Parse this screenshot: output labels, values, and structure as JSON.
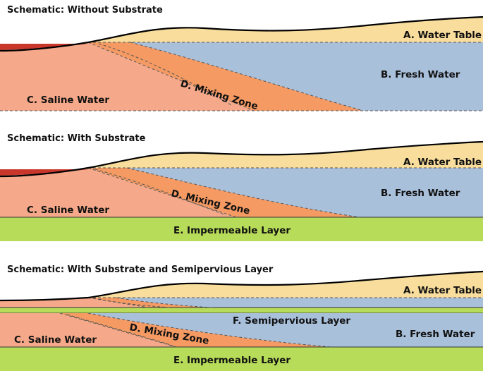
{
  "colors": {
    "water_table": "#f8dd9c",
    "fresh_water": "#a9c0db",
    "saline_water": "#f5a98a",
    "mixing_zone": "#f59a63",
    "sea_surface": "#c8372a",
    "impermeable": "#b7dc5a",
    "semipervious": "#b7dc5a"
  },
  "panels": [
    {
      "title": "Schematic: Without Substrate",
      "labels": {
        "water_table": "A. Water Table",
        "fresh_water": "B. Fresh Water",
        "saline_water": "C. Saline Water",
        "mixing_zone": "D. Mixing Zone"
      }
    },
    {
      "title": "Schematic: With Substrate",
      "labels": {
        "water_table": "A. Water Table",
        "fresh_water": "B. Fresh Water",
        "saline_water": "C. Saline Water",
        "mixing_zone": "D. Mixing Zone",
        "impermeable": "E. Impermeable Layer"
      }
    },
    {
      "title": "Schematic: With Substrate and Semipervious Layer",
      "labels": {
        "water_table": "A. Water Table",
        "semipervious": "F. Semipervious Layer",
        "fresh_water": "B. Fresh Water",
        "saline_water": "C. Saline Water",
        "mixing_zone": "D. Mixing Zone",
        "impermeable": "E. Impermeable Layer"
      }
    }
  ]
}
